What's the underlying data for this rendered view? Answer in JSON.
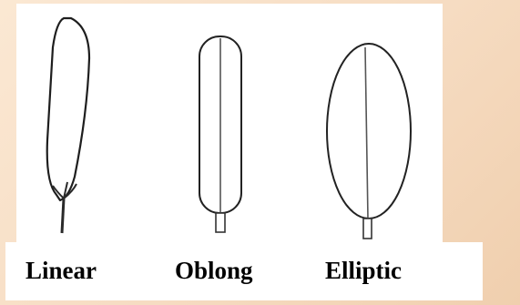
{
  "leaves": [
    {
      "shape": "linear",
      "label": "Linear"
    },
    {
      "shape": "oblong",
      "label": "Oblong"
    },
    {
      "shape": "elliptic",
      "label": "Elliptic"
    }
  ],
  "colors": {
    "background_gradient_start": "#fbe8d3",
    "background_gradient_end": "#f0cfae",
    "panel": "#ffffff",
    "outline": "#222222",
    "label_text": "#000000"
  }
}
